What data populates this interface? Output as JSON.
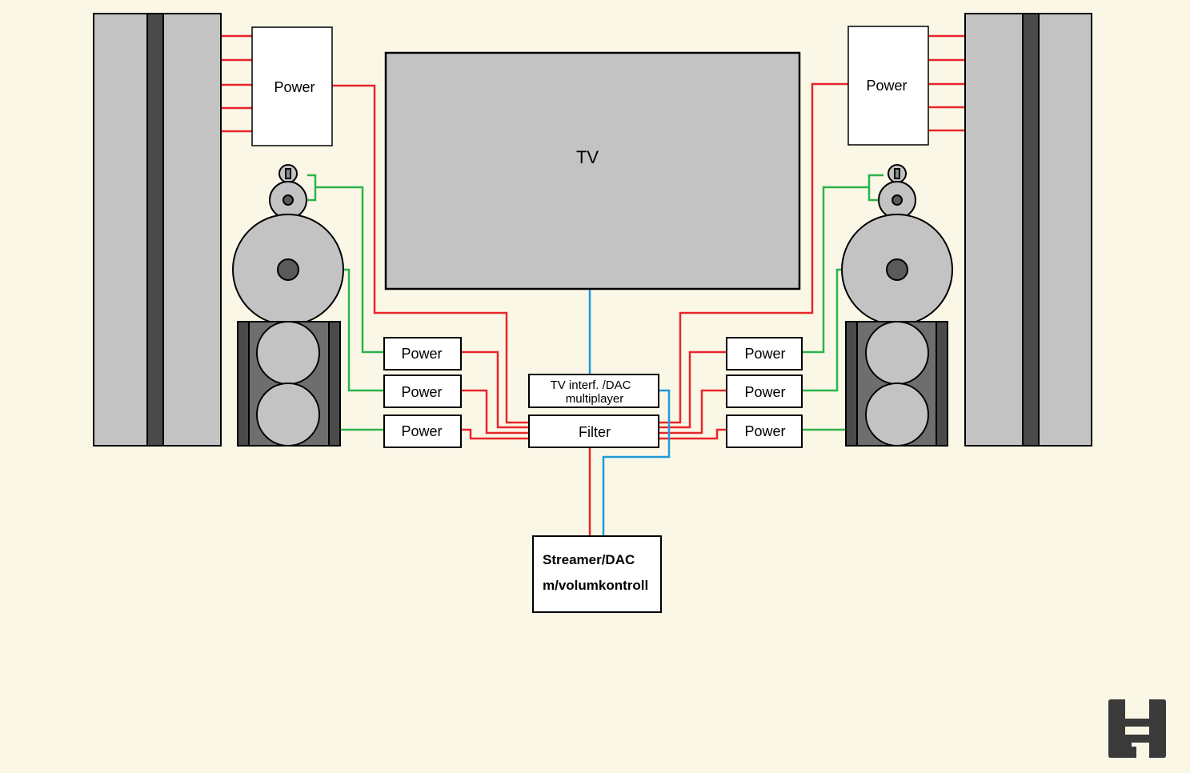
{
  "labels": {
    "tv": "TV",
    "power": "Power",
    "tv_interface_line1": "TV interf. /DAC",
    "tv_interface_line2": "multiplayer",
    "filter": "Filter",
    "streamer_line1": "Streamer/DAC",
    "streamer_line2": "m/volumkontroll"
  },
  "colors": {
    "background": "#FAF7E7",
    "panel_gray": "#C3C3C3",
    "panel_dark": "#4A4A4A",
    "woofer_box": "#6E6E6E",
    "speaker_cable": "#E8262B",
    "signal_cable": "#2BB34A",
    "digital_cable": "#1E9BD7",
    "logo": "#3A3A3A"
  },
  "icons": {
    "logo": "brand-logo-icon"
  }
}
